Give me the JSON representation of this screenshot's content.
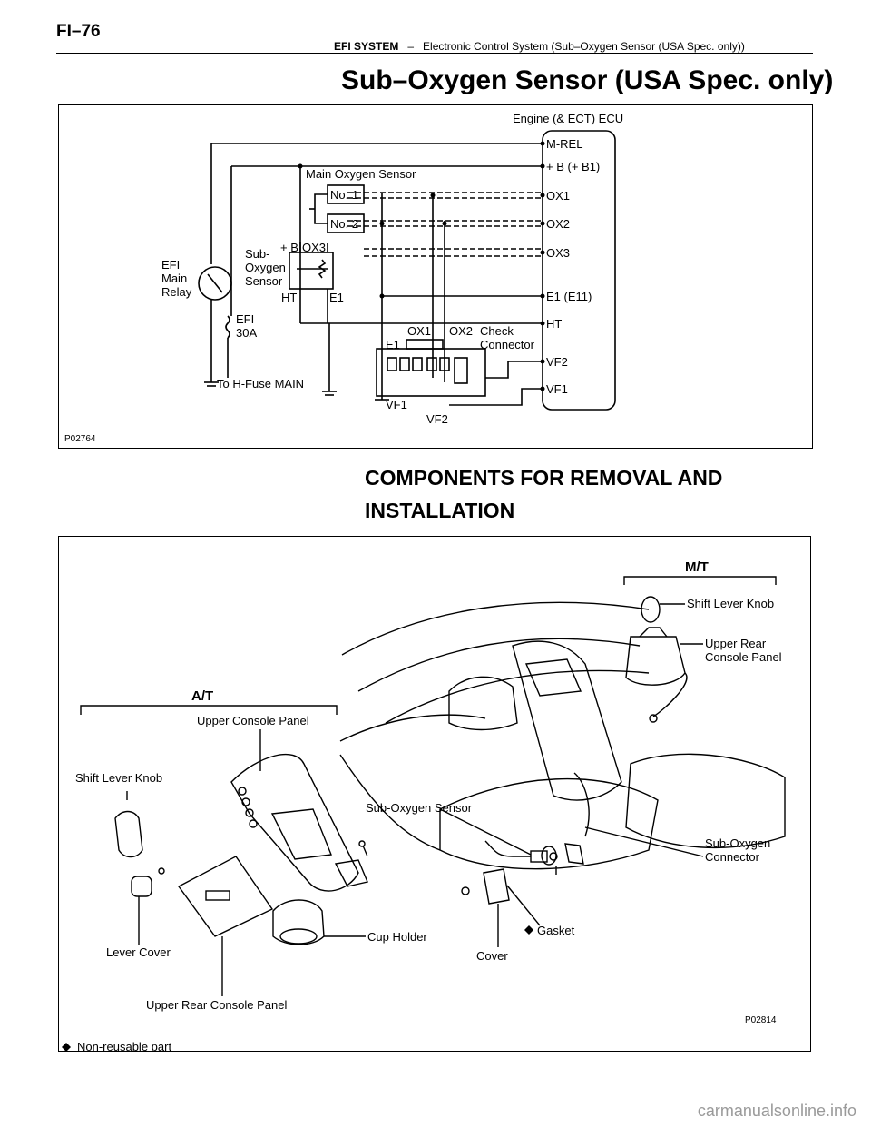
{
  "header": {
    "page_number": "FI–76",
    "section": "EFI SYSTEM",
    "separator": "–",
    "subsection": "Electronic Control System (Sub–Oxygen Sensor (USA Spec. only))"
  },
  "title": "Sub–Oxygen Sensor (USA Spec. only)",
  "figure1": {
    "code": "P02764",
    "ecu_label": "Engine (& ECT) ECU",
    "terminals": [
      "M-REL",
      "+ B (+ B1)",
      "OX1",
      "OX2",
      "OX3",
      "E1 (E11)",
      "HT",
      "VF2",
      "VF1"
    ],
    "main_sensor": "Main Oxygen Sensor",
    "no1": "No. 1",
    "no2": "No. 2",
    "sub_sensor": [
      "Sub-",
      "Oxygen",
      "Sensor"
    ],
    "sub_pins": {
      "b": "+ B",
      "ox3": "OX3",
      "ht": "HT",
      "e1": "E1"
    },
    "relay": [
      "EFI",
      "Main",
      "Relay"
    ],
    "fuse": [
      "EFI",
      "30A"
    ],
    "to_fuse": "To H-Fuse MAIN",
    "check_connector": [
      "Check",
      "Connector"
    ],
    "check_pins": {
      "ox1": "OX1",
      "ox2": "OX2",
      "e1": "E1",
      "vf1": "VF1",
      "vf2": "VF2"
    }
  },
  "subheading": "COMPONENTS FOR REMOVAL AND INSTALLATION",
  "figure2": {
    "code": "P02814",
    "mt_title": "M/T",
    "at_title": "A/T",
    "labels": {
      "shift_knob_mt": "Shift Lever Knob",
      "upper_rear_mt": [
        "Upper Rear",
        "Console Panel"
      ],
      "upper_console": "Upper Console Panel",
      "shift_knob_at": "Shift Lever Knob",
      "sub_sensor": "Sub-Oxygen Sensor",
      "sub_connector": [
        "Sub-Oxygen",
        "Connector"
      ],
      "gasket": "Gasket",
      "cup_holder": "Cup Holder",
      "cover": "Cover",
      "lever_cover": "Lever Cover",
      "upper_rear_at": "Upper Rear Console Panel"
    },
    "legend": "Non-reusable part"
  },
  "watermark": "carmanualsonline.info"
}
